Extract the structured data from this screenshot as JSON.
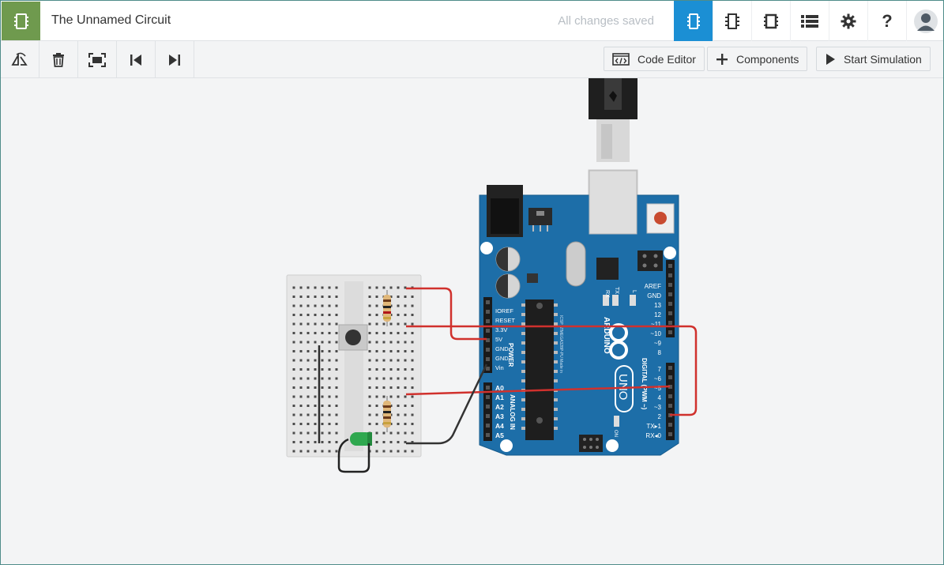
{
  "app": {
    "title": "The Unnamed Circuit",
    "save_status": "All changes saved"
  },
  "topnav": {
    "help_label": "?"
  },
  "toolbar": {
    "code_editor_label": "Code Editor",
    "components_label": "Components",
    "start_simulation_label": "Start Simulation"
  },
  "colors": {
    "brand_green": "#6f9a4e",
    "active_blue": "#1b8fd4",
    "board_blue": "#1d6ea8",
    "wire_red": "#d0312d",
    "wire_black": "#333333"
  },
  "arduino": {
    "brand": "ARDUINO",
    "model": "UNO",
    "power_header_label": "POWER",
    "analog_header_label": "ANALOG IN",
    "digital_header_label": "DIGITAL (PWM ~)",
    "power_pins": [
      "IOREF",
      "RESET",
      "3.3V",
      "5V",
      "GND",
      "GND",
      "Vin"
    ],
    "analog_pins": [
      "A0",
      "A1",
      "A2",
      "A3",
      "A4",
      "A5"
    ],
    "digital_pins_top": [
      "AREF",
      "GND",
      "13",
      "12",
      "~11",
      "~10",
      "~9",
      "8"
    ],
    "digital_pins_bottom": [
      "7",
      "~6",
      "~5",
      "4",
      "~3",
      "2",
      "TX▸1",
      "RX◂0"
    ],
    "leds": [
      "TX",
      "RX",
      "L"
    ],
    "on_label": "ON",
    "chip_text": "ICSP  ATMEGA328P-PU  Made in"
  }
}
